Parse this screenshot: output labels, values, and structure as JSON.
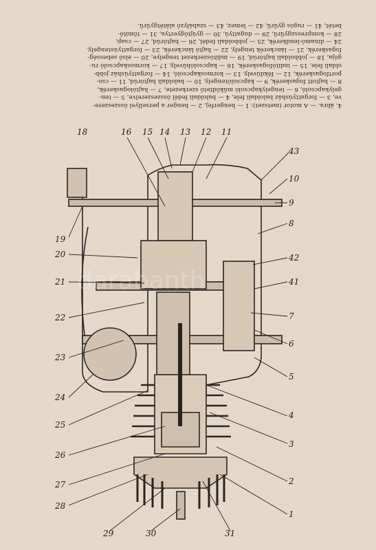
{
  "caption_lines": [
    "4. ábra. — A motor (metszet): 1 — hengerfej, 2 — henger a persellyel összeszere-",
    "ve, 3 — forgattyúsház baloldali fele, 4 — baloldali fedél összeszerelve, 5 — ten-",
    "gelykapcsoló, 6 — tengelykapcsoló működtető szerkezete, 7 — hajtólogaskerék,",
    "8 — hajtott fogaskerék, 9 — kapcsolótengely, 10 — baloldali hajtórúd, 11 — cso-",
    "portfogaskerék, 12 — fékdúvely, 13 — kormoskapcsoló, 14 — forgattyúsház jobb-",
    "oldali fele, 15 — indítófogaskerék, 16 — kapcsolóhüvely, 17 — kormoskapcsoló ru-",
    "gója, 18 — jobboldali hajtórúd, 19 — indítószerkezet tengelye, 20 — első sebesség-",
    "fogaskerék, 21 — lánckerék tengely, 22 — hajtó lánckerék, 23 — forgattyústengely,",
    "24 — dinamó-lendkerék, 25 — jobboldali fedél, 26 — hajtórúd, 27 — csap,",
    "28 — kompresszgyűrű, 29 — dugattyú, 30 — gyújtógyertya, 31 — tömítő-",
    "betét, 41 — rugós gyűrű, 42 — lemez, 43 — szabályzó alátétgyűrű."
  ],
  "figure_labels": [
    "1",
    "2",
    "3",
    "4",
    "5",
    "6",
    "7",
    "41",
    "42",
    "8",
    "9",
    "10",
    "43",
    "11",
    "12",
    "13",
    "14",
    "15",
    "16",
    "18",
    "19",
    "20",
    "21",
    "22",
    "23",
    "24",
    "25",
    "26",
    "27",
    "28",
    "29",
    "30",
    "31"
  ],
  "watermark_text": "darabanth"
}
